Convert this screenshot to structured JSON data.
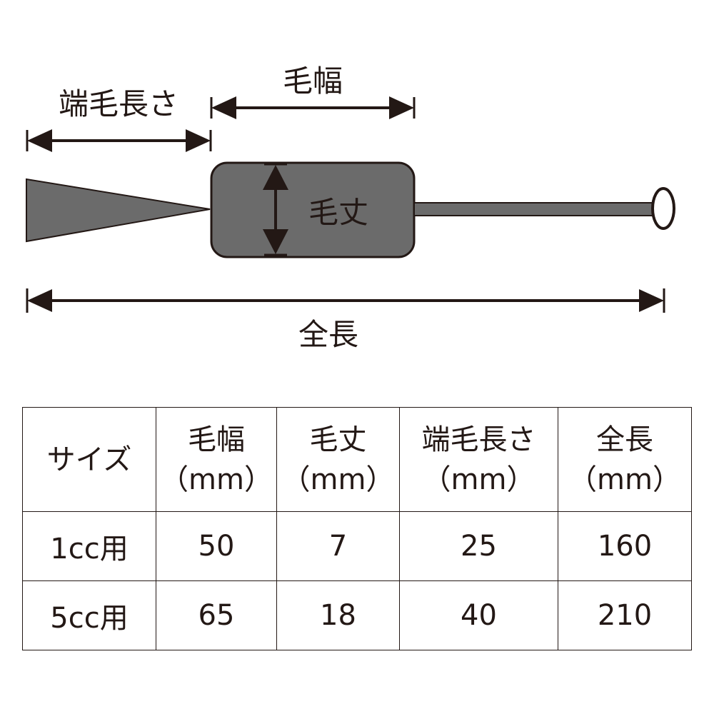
{
  "diagram": {
    "labels": {
      "tip_length": "端毛長さ",
      "brush_width": "毛幅",
      "bristle_length": "毛丈",
      "overall_length": "全長"
    }
  },
  "table": {
    "headers": [
      {
        "line1": "サイズ",
        "line2": ""
      },
      {
        "line1": "毛幅",
        "line2": "（mm）"
      },
      {
        "line1": "毛丈",
        "line2": "（mm）"
      },
      {
        "line1": "端毛長さ",
        "line2": "（mm）"
      },
      {
        "line1": "全長",
        "line2": "（mm）"
      }
    ],
    "rows": [
      [
        "1cc用",
        "50",
        "7",
        "25",
        "160"
      ],
      [
        "5cc用",
        "65",
        "18",
        "40",
        "210"
      ]
    ]
  }
}
